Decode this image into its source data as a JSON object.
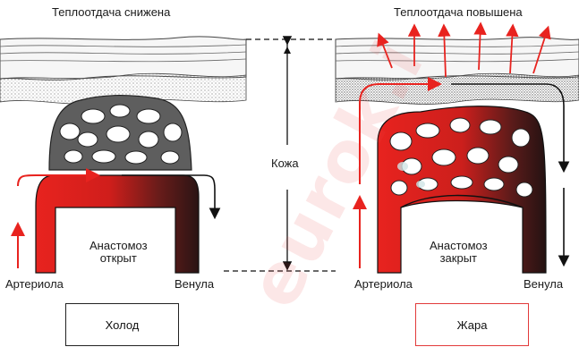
{
  "left_panel": {
    "title": "Теплоотдача снижена",
    "anastomosis_label": "Анастомоз\nоткрыт",
    "arteriole_label": "Артериола",
    "venule_label": "Венула",
    "caption": "Холод"
  },
  "right_panel": {
    "title": "Теплоотдача повышена",
    "anastomosis_label": "Анастомоз\nзакрыт",
    "arteriole_label": "Артериола",
    "venule_label": "Венула",
    "caption": "Жара"
  },
  "middle": {
    "skin_label": "Кожа"
  },
  "watermark": "eurok.i",
  "colors": {
    "artery": "#e8231f",
    "vein": "#3a1e1e",
    "grey_net": "#555555",
    "arrow": "#e8231f",
    "caption_hot_border": "#e23a3a"
  }
}
